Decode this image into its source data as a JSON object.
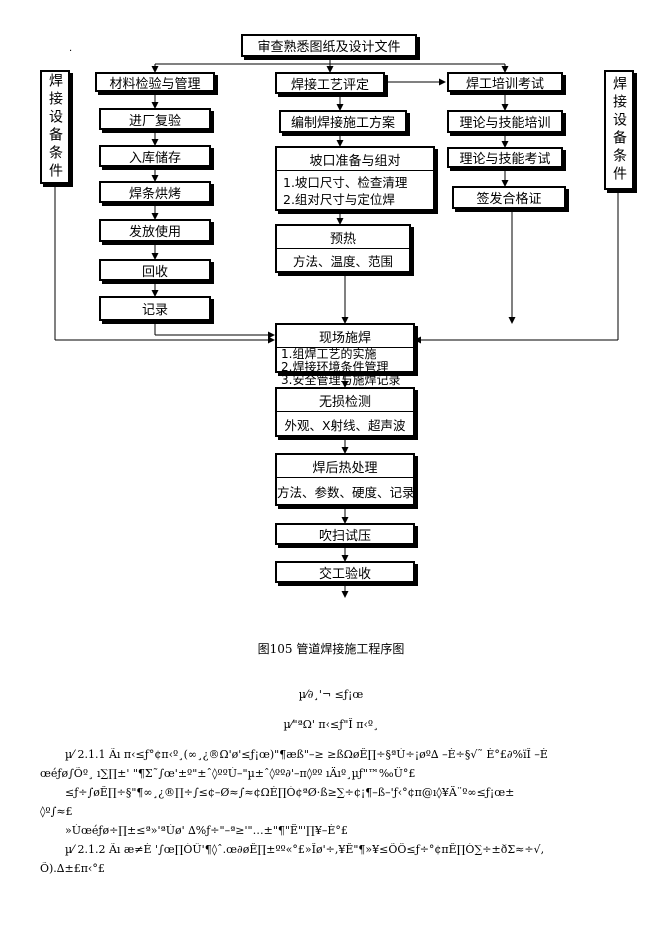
{
  "boxes": {
    "review": "审查熟悉图纸及设计文件",
    "material": "材料检验与管理",
    "procedure": "焊接工艺评定",
    "training": "焊工培训考试",
    "recheck": "进厂复验",
    "plan": "编制焊接施工方案",
    "theory_training": "理论与技能培训",
    "storage": "入库储存",
    "theory_exam": "理论与技能考试",
    "baking": "焊条烘烤",
    "certificate": "签发合格证",
    "issue": "发放使用",
    "recovery": "回收",
    "record": "记录",
    "equipment": "焊接设备条件"
  },
  "groove": {
    "title": "坡口准备与组对",
    "lines": [
      "1.坡口尺寸、检查清理",
      "2.组对尺寸与定位焊"
    ]
  },
  "preheat": {
    "title": "预热",
    "line": "方法、温度、范围"
  },
  "onsite": {
    "title": "现场施焊",
    "lines": [
      "1.组焊工艺的实施",
      "2.焊接环境条件管理",
      "3.安全管理与施焊记录"
    ]
  },
  "ndt": {
    "title": "无损检测",
    "line": "外观、X射线、超声波"
  },
  "pwht": {
    "title": "焊后热处理",
    "line": "方法、参数、硬度、记录"
  },
  "purge": "吹扫试压",
  "acceptance": "交工验收",
  "caption": "图105 管道焊接施工程序图",
  "text": {
    "dot": ".",
    "h1": "µ⁄∂¸'¬ ≤ƒ¡œ",
    "h2": "µ⁄\"ªΩ' π‹≤ƒ\"Î π‹º¸",
    "p1a": "µ⁄ 2.1.1 Ãı  π‹≤ƒ°¢π‹º¸(∞¸¿®Ω'ø'≤ƒ¡œ)\"¶æß\"–≥ ≥ßΩøÊ∏÷§ªÚ÷¡øº∆ –È÷§√˜ È°£∂%ïÎ –È",
    "p1b": "œéƒø∫Õº¸ ı∑∏±' \"¶Σ˜∫œ'±º\"±ˆ◊ººÚ–\"µ±ˆ◊ºº∂'–π◊ºº ıÄıº¸µƒ\"™‰Ü°£",
    "p2a": "≤ƒ÷∫øÊ∏÷§\"¶∞¸¿®∏÷∫≤¢–Ø≈∫≈¢ΩÉ∏Ò¢ªØ·ß≥∑÷¢¡¶–ß–'ƒ‹°¢π@ı◊¥Ä¨º∞≤ƒ¡œ±",
    "p2b": "◊º∫≈£",
    "p3": "»Ùœéƒø÷∏±≤ª»'ªÚø' ∆%ƒ÷\"–ª≥'\"…±\"¶\"Ë\"'∏¥–È°£",
    "p4a": "µ⁄ 2.1.2 Ãı  æ≠È '∫œ∏ÒÛ'¶◊ˆ.œ∂øÊ∏±ºº«°£»Îø'÷,¥Ê\"¶»¥≤ÕÖ≤ƒ÷°¢πÊ∏Ò∑÷±ðΣ≈÷√,",
    "p4b": "Õ).∆±£π‹°£"
  }
}
